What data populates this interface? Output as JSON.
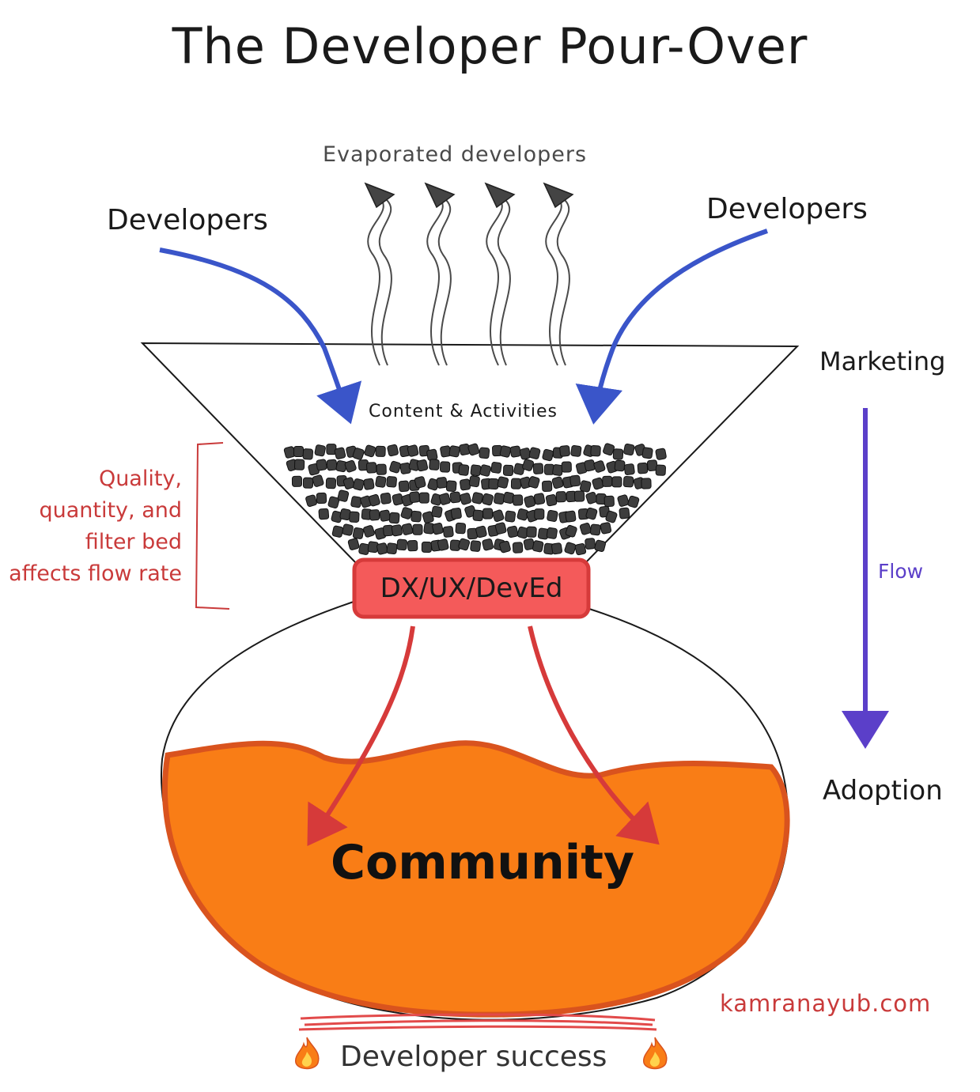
{
  "title": "The Developer Pour-Over",
  "labels": {
    "evaporated": "Evaporated developers",
    "developers_left": "Developers",
    "developers_right": "Developers",
    "marketing": "Marketing",
    "content": "Content & Activities",
    "flow": "Flow",
    "adoption": "Adoption",
    "filter_note": "Quality, quantity, and filter bed affects flow rate",
    "dx": "DX/UX/DevEd",
    "community": "Community",
    "site": "kamranayub.com",
    "success": "Developer success"
  },
  "colors": {
    "blue_arrow": "#3a55c9",
    "purple_arrow": "#5b3fc9",
    "red": "#d63a3a",
    "red_fill": "#f45a5a",
    "orange": "#f97d16",
    "orange_edge": "#d9531e",
    "beans": "#3d3d3d",
    "steam": "#4a4a4a"
  },
  "icons": [
    "flame-icon",
    "steam-arrow-icon",
    "coffee-bean-icon"
  ]
}
